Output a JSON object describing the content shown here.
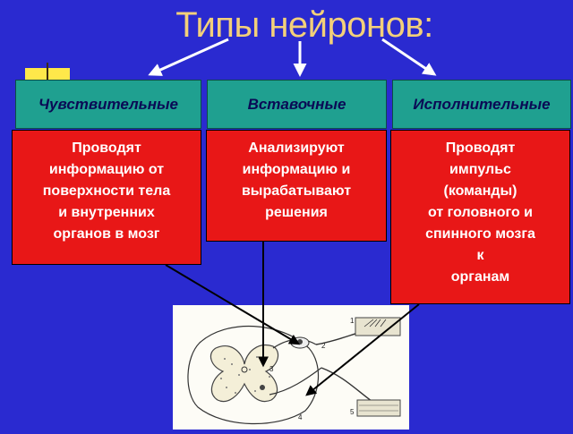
{
  "title": "Типы нейронов:",
  "neuron_types": [
    {
      "name": "Чувствительные",
      "description": [
        "Проводят",
        "информацию от",
        "поверхности тела",
        "и внутренних",
        "органов в мозг"
      ]
    },
    {
      "name": "Вставочные",
      "description": [
        "Анализируют",
        "информацию и",
        "вырабатывают",
        "решения"
      ]
    },
    {
      "name": "Исполнительные",
      "description": [
        "Проводят",
        "импульс",
        "(команды)",
        "от головного и",
        "спинного  мозга",
        "к",
        "органам"
      ]
    }
  ],
  "figure_labels": [
    "1",
    "2",
    "3",
    "4",
    "5"
  ],
  "colors": {
    "background": "#2a2ad0",
    "title": "#f3d07a",
    "header": "#1fa090",
    "header_text": "#0a0a55",
    "box": "#e81717"
  }
}
